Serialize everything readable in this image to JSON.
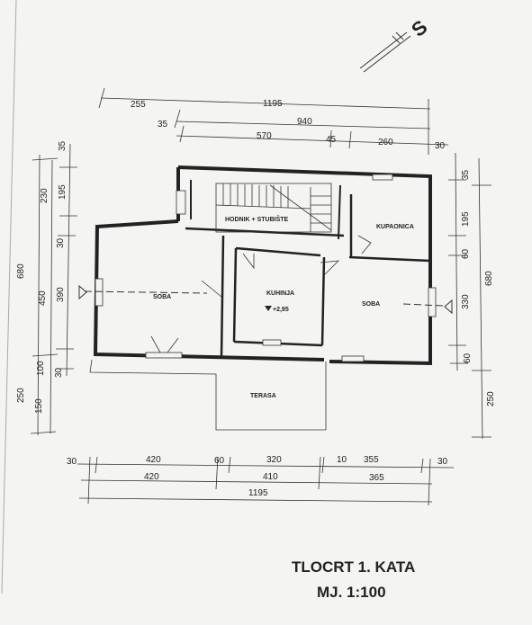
{
  "plan": {
    "top_dims": {
      "row1": [
        "255",
        "1195"
      ],
      "row2": [
        "35",
        "940"
      ],
      "row3": [
        "570",
        "45",
        "260",
        "30"
      ]
    },
    "left_dims": {
      "col_a": [
        "680",
        "250"
      ],
      "col_b": [
        "230",
        "450",
        "100",
        "150"
      ],
      "col_c": [
        "35",
        "195",
        "30",
        "390",
        "30"
      ]
    },
    "right_dims": {
      "col_a": [
        "35",
        "195",
        "60",
        "330",
        "60"
      ],
      "col_b": [
        "680",
        "250"
      ]
    },
    "bottom_dims": {
      "row1": [
        "30",
        "420",
        "60",
        "320",
        "10",
        "355",
        "30"
      ],
      "row2": [
        "420",
        "410",
        "365"
      ],
      "row3": [
        "1195"
      ]
    },
    "rooms": {
      "hallway": "HODNIK + STUBIŠTE",
      "bathroom": "KUPAONICA",
      "room_left": "SOBA",
      "kitchen": "KUHINJA",
      "room_right": "SOBA",
      "terrace": "TERASA",
      "level": "+2,95"
    },
    "north_symbol": "S"
  },
  "title": {
    "line1": "TLOCRT 1. KATA",
    "line2": "MJ. 1:100"
  }
}
